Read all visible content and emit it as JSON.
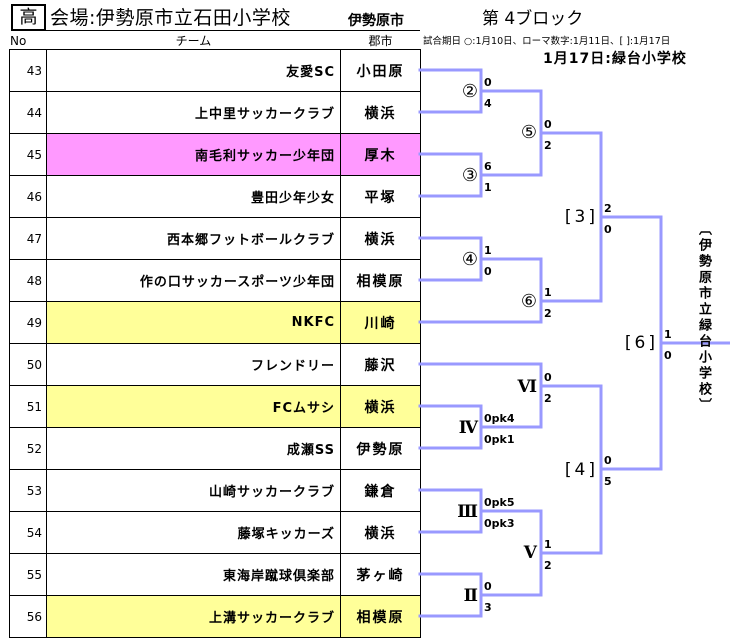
{
  "header": {
    "badge": "高",
    "venue": "会場:伊勢原市立石田小学校",
    "city": "伊勢原市",
    "block": "第 4ブロック",
    "schedule_note": "試合期日 ○:1月10日、ローマ数字:1月11日、[ ]:1月17日",
    "final_venue": "1月17日:緑台小学校"
  },
  "table": {
    "headers": {
      "no": "No",
      "team": "チーム",
      "city": "郡市"
    },
    "teams": [
      {
        "no": "43",
        "name": "友愛SC",
        "city": "小田原",
        "highlight": null
      },
      {
        "no": "44",
        "name": "上中里サッカークラブ",
        "city": "横浜",
        "highlight": null
      },
      {
        "no": "45",
        "name": "南毛利サッカー少年団",
        "city": "厚木",
        "highlight": "pink"
      },
      {
        "no": "46",
        "name": "豊田少年少女",
        "city": "平塚",
        "highlight": null
      },
      {
        "no": "47",
        "name": "西本郷フットボールクラブ",
        "city": "横浜",
        "highlight": null
      },
      {
        "no": "48",
        "name": "作の口サッカースポーツ少年団",
        "city": "相模原",
        "highlight": null
      },
      {
        "no": "49",
        "name": "NKFC",
        "city": "川崎",
        "highlight": "yellow"
      },
      {
        "no": "50",
        "name": "フレンドリー",
        "city": "藤沢",
        "highlight": null
      },
      {
        "no": "51",
        "name": "FCムサシ",
        "city": "横浜",
        "highlight": "yellow"
      },
      {
        "no": "52",
        "name": "成瀬SS",
        "city": "伊勢原",
        "highlight": null
      },
      {
        "no": "53",
        "name": "山崎サッカークラブ",
        "city": "鎌倉",
        "highlight": null
      },
      {
        "no": "54",
        "name": "藤塚キッカーズ",
        "city": "横浜",
        "highlight": null
      },
      {
        "no": "55",
        "name": "東海岸蹴球倶楽部",
        "city": "茅ヶ崎",
        "highlight": null
      },
      {
        "no": "56",
        "name": "上溝サッカークラブ",
        "city": "相模原",
        "highlight": "yellow"
      }
    ]
  },
  "bracket": {
    "matches": [
      {
        "label": "②",
        "score_top": "0",
        "score_bottom": "4"
      },
      {
        "label": "③",
        "score_top": "6",
        "score_bottom": "1"
      },
      {
        "label": "④",
        "score_top": "1",
        "score_bottom": "0"
      },
      {
        "label": "Ⅳ",
        "score_top": "0pk4",
        "score_bottom": "0pk1"
      },
      {
        "label": "Ⅲ",
        "score_top": "0pk5",
        "score_bottom": "0pk3"
      },
      {
        "label": "Ⅱ",
        "score_top": "0",
        "score_bottom": "3"
      },
      {
        "label": "⑤",
        "score_top": "0",
        "score_bottom": "2"
      },
      {
        "label": "⑥",
        "score_top": "1",
        "score_bottom": "2"
      },
      {
        "label": "Ⅵ",
        "score_top": "0",
        "score_bottom": "2"
      },
      {
        "label": "Ⅴ",
        "score_top": "1",
        "score_bottom": "2"
      },
      {
        "label": "[3]",
        "score_top": "2",
        "score_bottom": "0"
      },
      {
        "label": "[4]",
        "score_top": "0",
        "score_bottom": "5"
      },
      {
        "label": "[6]",
        "score_top": "1",
        "score_bottom": "0"
      }
    ],
    "final_venue_vertical": "〔伊勢原市立緑台小学校〕"
  },
  "colors": {
    "pink": "#FF99FF",
    "yellow": "#FFFF99",
    "bracket_line": "#9999FF"
  }
}
